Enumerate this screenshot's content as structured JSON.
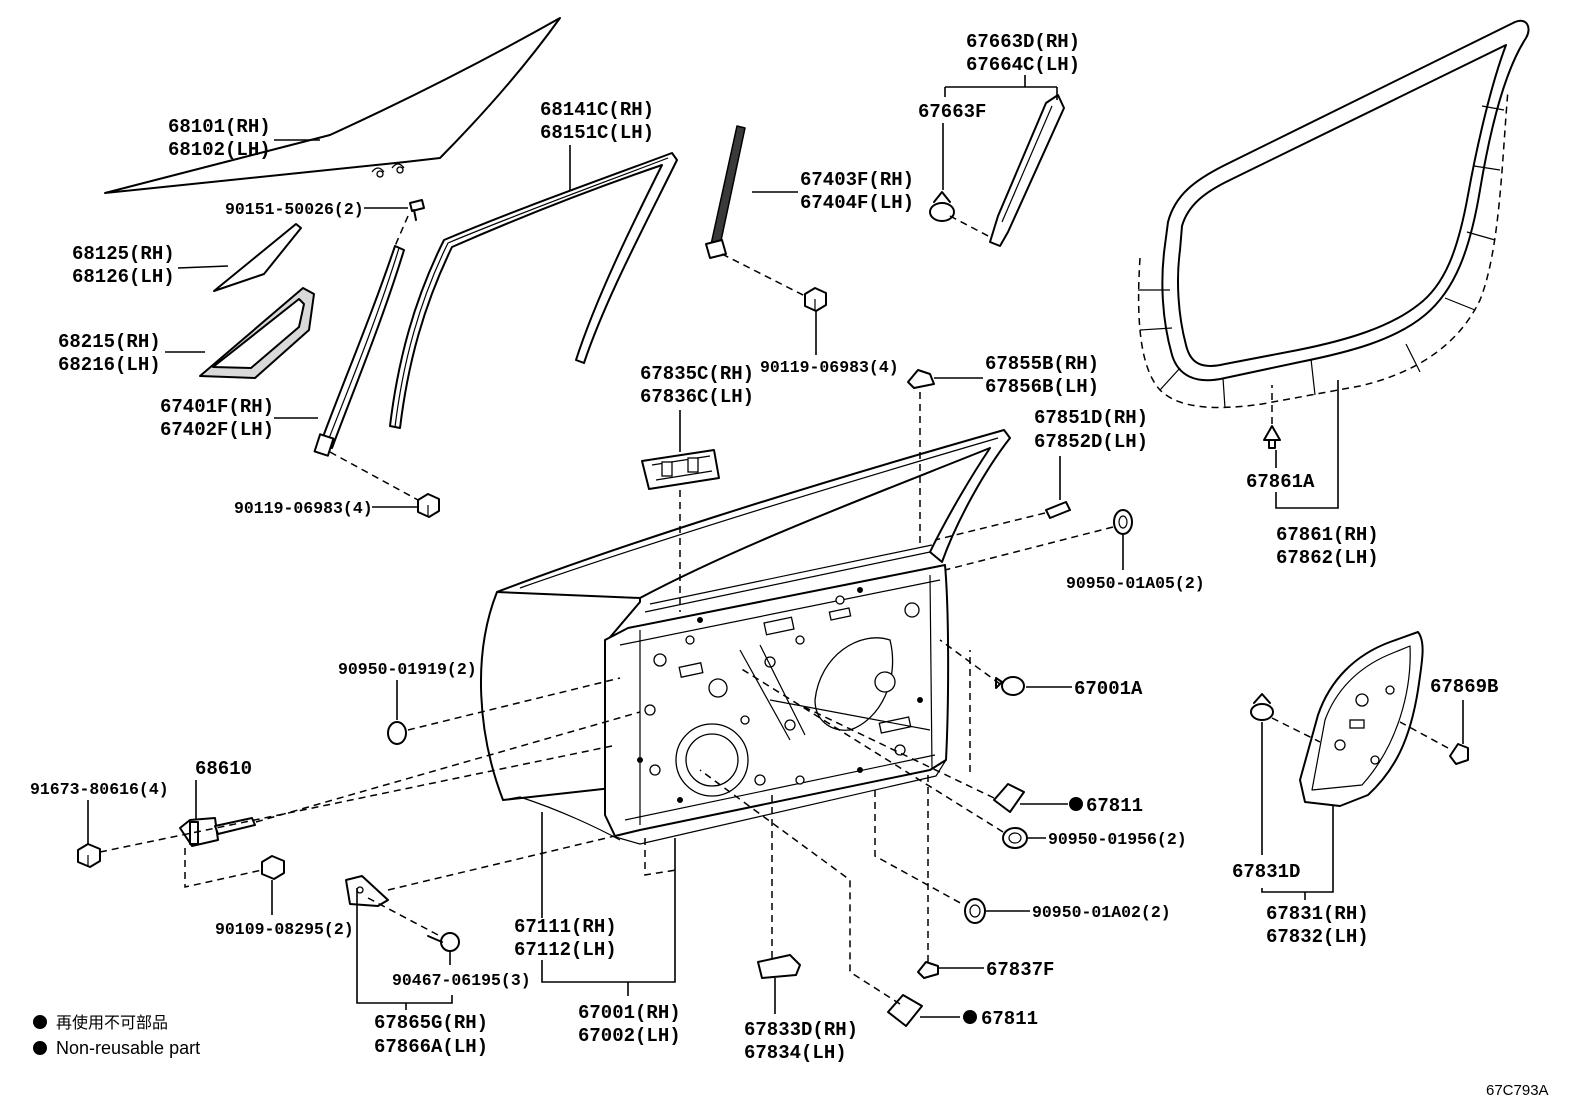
{
  "callouts": {
    "front_door_glass": [
      "68101(RH)",
      "68102(LH)"
    ],
    "glass_clip_bolt": [
      "90151-50026(2)"
    ],
    "quarter_glass": [
      "68125(RH)",
      "68126(LH)"
    ],
    "quarter_glass_seal": [
      "68215(RH)",
      "68216(LH)"
    ],
    "division_bar": [
      "67401F(RH)",
      "67402F(LH)"
    ],
    "division_bar_bolt": [
      "90119-06983(4)"
    ],
    "glass_run": [
      "68141C(RH)",
      "68151C(LH)"
    ],
    "rear_sash_channel": [
      "67403F(RH)",
      "67404F(LH)"
    ],
    "rear_sash_bolt": [
      "90119-06983(4)"
    ],
    "frame_garnish": [
      "67663D(RH)",
      "67664C(LH)"
    ],
    "garnish_clip": [
      "67663F"
    ],
    "handle_frame": [
      "67835C(RH)",
      "67836C(LH)"
    ],
    "seal_clip": [
      "67855B(RH)",
      "67856B(LH)"
    ],
    "frame_seal": [
      "67851D(RH)",
      "67852D(LH)"
    ],
    "grommet_upper": [
      "90950-01A05(2)"
    ],
    "weatherstrip_clip": [
      "67861A"
    ],
    "weatherstrip": [
      "67861(RH)",
      "67862(LH)"
    ],
    "grommet_left": [
      "90950-01919(2)"
    ],
    "cushion_clip": [
      "67001A"
    ],
    "door_check": [
      "68610"
    ],
    "check_bolt": [
      "91673-80616(4)"
    ],
    "cover_clip_right": [
      "67869B"
    ],
    "tape_upper": [
      "67811"
    ],
    "grommet_lower": [
      "90950-01956(2)"
    ],
    "cover_clip_left": [
      "67831D"
    ],
    "service_hole_cover": [
      "67831(RH)",
      "67832(LH)"
    ],
    "hinge_bolt": [
      "90109-08295(2)"
    ],
    "outer_panel": [
      "67111(RH)",
      "67112(LH)"
    ],
    "grommet_bottom": [
      "90950-01A02(2)"
    ],
    "bracket_bolt": [
      "90467-06195(3)"
    ],
    "lower_clip": [
      "67837F"
    ],
    "door_panel": [
      "67001(RH)",
      "67002(LH)"
    ],
    "tape_lower": [
      "67811"
    ],
    "lower_bracket": [
      "67865G(RH)",
      "67866A(LH)"
    ],
    "bottom_seal": [
      "67833D(RH)",
      "67834(LH)"
    ]
  },
  "legend": {
    "ja": "再使用不可部品",
    "en": "Non-reusable part"
  },
  "figure_code": "67C793A"
}
